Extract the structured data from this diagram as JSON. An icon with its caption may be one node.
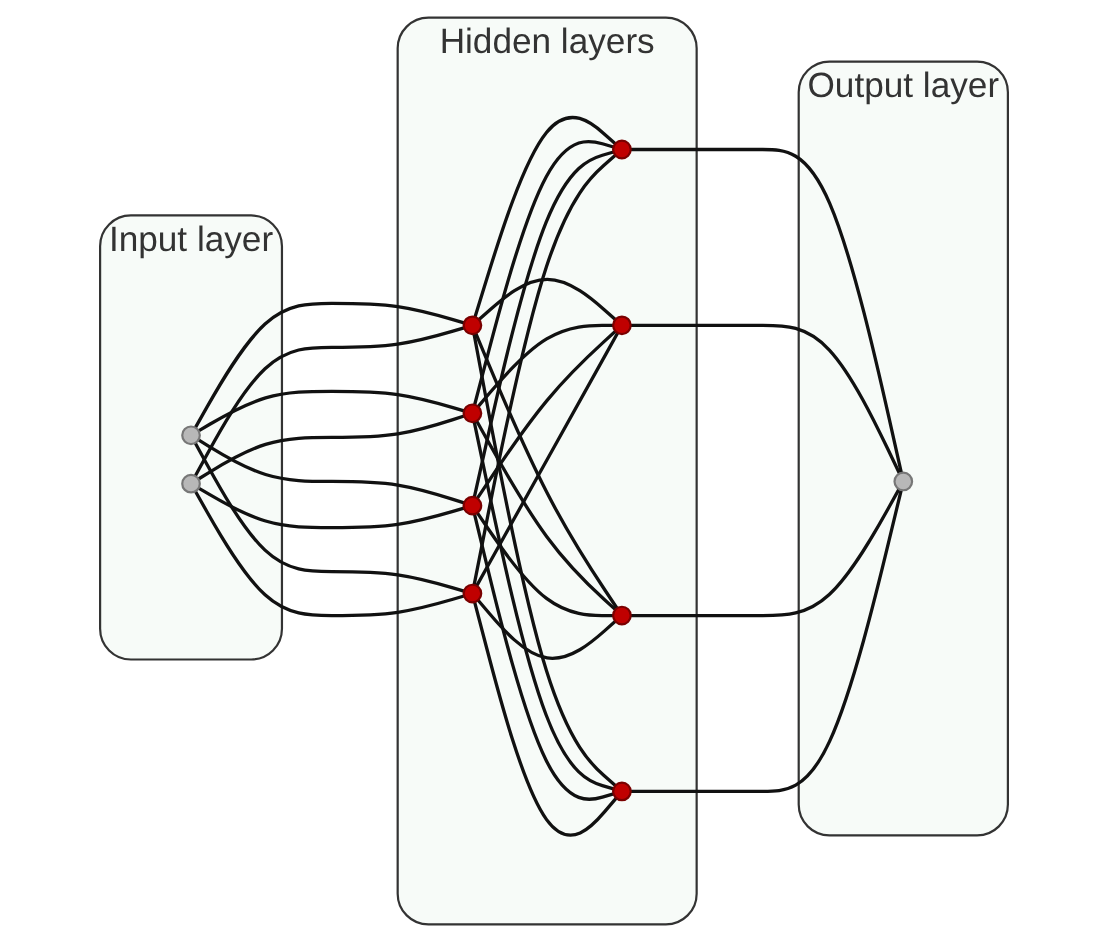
{
  "diagram": {
    "nodes": [
      {
        "text": [
          "Input layer"
        ]
      },
      {
        "text": [],
        "shape": "circle",
        "in": 0
      },
      {
        "text": [],
        "shape": "circle",
        "in": 0
      },
      {
        "text": [
          "Hidden layers"
        ]
      },
      {
        "text": [],
        "shape": "circle",
        "in": 3
      },
      {
        "text": [],
        "shape": "circle",
        "in": 3
      },
      {
        "text": [],
        "shape": "circle",
        "in": 3
      },
      {
        "text": [],
        "shape": "circle",
        "in": 3
      },
      {
        "text": [],
        "shape": "circle",
        "in": 3
      },
      {
        "text": [],
        "shape": "circle",
        "in": 3
      },
      {
        "text": [],
        "shape": "circle",
        "in": 3
      },
      {
        "text": [],
        "shape": "circle",
        "in": 3
      },
      {
        "text": [
          "Output layer"
        ]
      },
      {
        "text": [],
        "shape": "circle",
        "in": 12
      }
    ],
    "edges": [
      {
        "from": 1,
        "to": 4,
        "arrow": "none"
      },
      {
        "from": 1,
        "to": 5,
        "arrow": "none"
      },
      {
        "from": 1,
        "to": 6,
        "arrow": "none"
      },
      {
        "from": 1,
        "to": 7,
        "arrow": "none"
      },
      {
        "from": 2,
        "to": 4,
        "arrow": "none"
      },
      {
        "from": 2,
        "to": 5,
        "arrow": "none"
      },
      {
        "from": 2,
        "to": 6,
        "arrow": "none"
      },
      {
        "from": 2,
        "to": 7,
        "arrow": "none"
      },
      {
        "from": 4,
        "to": 8,
        "arrow": "none"
      },
      {
        "from": 4,
        "to": 9,
        "arrow": "none"
      },
      {
        "from": 4,
        "to": 10,
        "arrow": "none"
      },
      {
        "from": 4,
        "to": 11,
        "arrow": "none"
      },
      {
        "from": 5,
        "to": 8,
        "arrow": "none"
      },
      {
        "from": 5,
        "to": 9,
        "arrow": "none"
      },
      {
        "from": 5,
        "to": 10,
        "arrow": "none"
      },
      {
        "from": 5,
        "to": 11,
        "arrow": "none"
      },
      {
        "from": 6,
        "to": 8,
        "arrow": "none"
      },
      {
        "from": 6,
        "to": 9,
        "arrow": "none"
      },
      {
        "from": 6,
        "to": 10,
        "arrow": "none"
      },
      {
        "from": 6,
        "to": 11,
        "arrow": "none"
      },
      {
        "from": 7,
        "to": 8,
        "arrow": "none"
      },
      {
        "from": 7,
        "to": 9,
        "arrow": "none"
      },
      {
        "from": 7,
        "to": 10,
        "arrow": "none"
      },
      {
        "from": 7,
        "to": 11,
        "arrow": "none"
      },
      {
        "from": 8,
        "to": 13,
        "arrow": "none"
      },
      {
        "from": 9,
        "to": 13,
        "arrow": "none"
      },
      {
        "from": 10,
        "to": 13,
        "arrow": "none"
      },
      {
        "from": 11,
        "to": 13,
        "arrow": "none"
      }
    ]
  }
}
